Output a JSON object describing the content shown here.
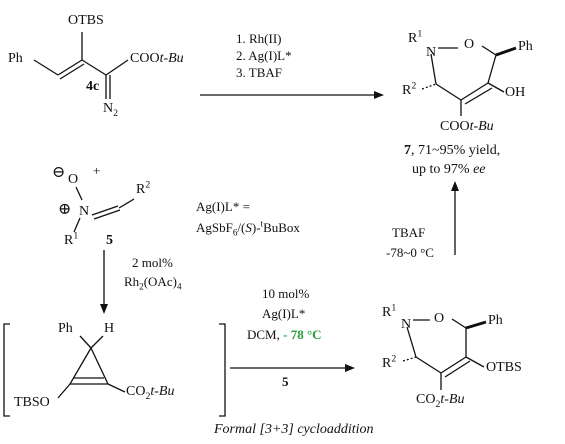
{
  "compound_4c": {
    "label": "4c",
    "otbs": "OTBS",
    "ph": "Ph",
    "ester": "COO",
    "ester_tail": "t-Bu",
    "n2": "N",
    "n2_sub": "2"
  },
  "step1": {
    "line1": "1. Rh(II)",
    "line2": "2. Ag(I)L*",
    "line3": "3. TBAF"
  },
  "product_7": {
    "r1": "R",
    "r1_sup": "1",
    "n": "N",
    "o": "O",
    "ph": "Ph",
    "r2": "R",
    "r2_sup": "2",
    "oh": "OH",
    "ester": "COO",
    "ester_tail": "t-Bu",
    "result_num": "7",
    "result_text": ", 71~95% yield,",
    "result_line2_a": "up to 97% ",
    "result_line2_ee": "ee"
  },
  "nitrone_5": {
    "minus": "⊖",
    "o": "O",
    "plus": "+",
    "plus_circle": "⊕",
    "n": "N",
    "r2": "R",
    "r2_sup": "2",
    "r1": "R",
    "r1_sup": "1",
    "label": "5"
  },
  "ligand_def": {
    "line1": "Ag(I)L* =",
    "line2_a": "AgSbF",
    "line2_sub": "6",
    "line2_b": "/(",
    "line2_s": "S",
    "line2_c": ")-",
    "line2_sup": "t",
    "line2_d": "BuBox"
  },
  "rh_step": {
    "line1": "2 mol%",
    "line2_a": "Rh",
    "line2_sub1": "2",
    "line2_b": "(OAc)",
    "line2_sub2": "4"
  },
  "tbaf_step": {
    "line1": "TBAF",
    "line2": "-78~0 °C"
  },
  "cyclopropene": {
    "ph": "Ph",
    "h": "H",
    "tbso": "TBSO",
    "ester": "CO",
    "ester_sub": "2",
    "ester_tail": "t-Bu"
  },
  "ag_step": {
    "line1": "10 mol%",
    "line2": "Ag(I)L*",
    "line3_a": "DCM, ",
    "line3_b": "- 78 °C",
    "line4": "5",
    "green": "#2a9a3a"
  },
  "intermediate": {
    "r1": "R",
    "r1_sup": "1",
    "n": "N",
    "o": "O",
    "ph": "Ph",
    "r2": "R",
    "r2_sup": "2",
    "otbs": "OTBS",
    "ester": "CO",
    "ester_sub": "2",
    "ester_tail": "t-Bu"
  },
  "caption": "Formal [3+3] cycloaddition"
}
